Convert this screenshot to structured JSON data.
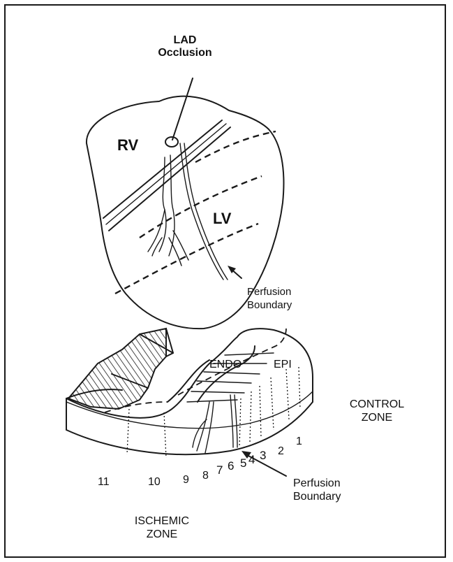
{
  "top_diagram": {
    "occlusion_label_line1": "LAD",
    "occlusion_label_line2": "Occlusion",
    "rv_label": "RV",
    "lv_label": "LV",
    "boundary_label_line1": "Perfusion",
    "boundary_label_line2": "Boundary"
  },
  "bottom_diagram": {
    "endo_label": "ENDO",
    "epi_label": "EPI",
    "control_zone_line1": "CONTROL",
    "control_zone_line2": "ZONE",
    "boundary_label_line1": "Perfusion",
    "boundary_label_line2": "Boundary",
    "ischemic_zone_line1": "ISCHEMIC",
    "ischemic_zone_line2": "ZONE",
    "segment_numbers": [
      "11",
      "10",
      "9",
      "8",
      "7",
      "6",
      "5",
      "4",
      "3",
      "2",
      "1"
    ]
  },
  "colors": {
    "ink": "#1a1a1a",
    "background": "#ffffff"
  }
}
